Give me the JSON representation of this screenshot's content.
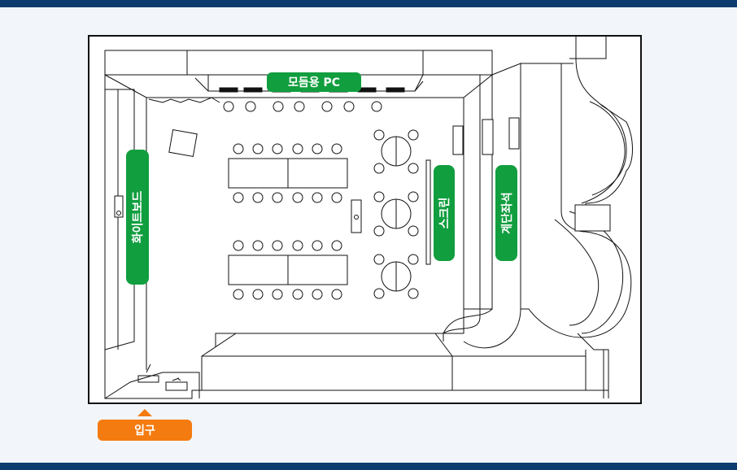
{
  "labels": {
    "pc": "모듬용 PC",
    "whiteboard": "화이트보드",
    "screen": "스크린",
    "tiered_seats": "계단좌석",
    "entrance": "입구"
  },
  "colors": {
    "header_bar": "#0d3d6e",
    "label_green": "#119e3f",
    "entrance_orange": "#f47b0f",
    "background": "#f2f5fa"
  }
}
